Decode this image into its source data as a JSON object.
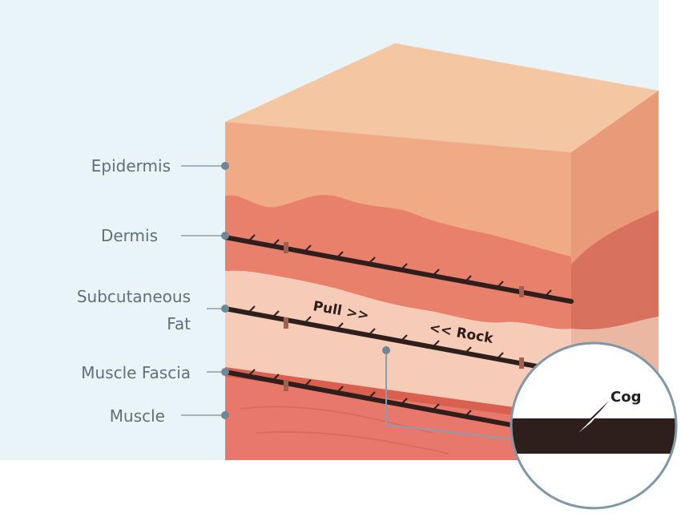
{
  "labels": {
    "epidermis": "Epidermis",
    "dermis": "Dermis",
    "subcutaneous_line1": "Subcutaneous",
    "subcutaneous_line2": "Fat",
    "muscle_fascia": "Muscle Fascia",
    "muscle": "Muscle"
  },
  "annotations": {
    "pull": "Pull >>",
    "rock": "<< Rock",
    "cog": "Cog"
  },
  "colors": {
    "background_panel": "#e8f4f8",
    "epidermis_top": "#f5c6a2",
    "epidermis_front": "#f0aa86",
    "epidermis_side": "#e89a79",
    "dermis": "#e8806b",
    "dermis_side": "#d9715f",
    "fat": "#f6cbb8",
    "fat_side": "#eab7a3",
    "muscle": "#e8786b",
    "muscle_side": "#d96b5f",
    "thread": "#2e1f1c",
    "leader_line": "#8a9fae",
    "magnifier_border": "#7f98a8"
  }
}
